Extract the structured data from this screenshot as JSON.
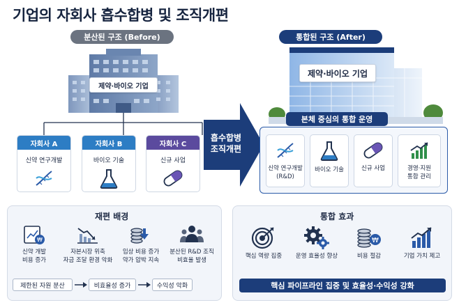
{
  "title": "기업의 자회사 흡수합병 및 조직개편",
  "before": {
    "label": "분산된 구조 (Before)",
    "company": "제약·바이오 기업",
    "subsidiaries": [
      {
        "name": "자회사 A",
        "desc": "신약 연구개발",
        "color": "#2d7dc4",
        "icon": "dna-icon"
      },
      {
        "name": "자회사 B",
        "desc": "바이오 기술",
        "color": "#2d7dc4",
        "icon": "flask-icon"
      },
      {
        "name": "자회사 C",
        "desc": "신규 사업",
        "color": "#5b4a9e",
        "icon": "capsule-icon"
      }
    ]
  },
  "merge": {
    "line1": "흡수합병",
    "line2": "조직개편"
  },
  "after": {
    "label": "통합된 구조 (After)",
    "company": "제약·바이오 기업",
    "operation": "본체 중심의 통합 운영",
    "functions": [
      {
        "line1": "신약 연구개발",
        "line2": "(R&D)",
        "icon": "dna-icon"
      },
      {
        "line1": "바이오 기술",
        "line2": "",
        "icon": "flask-icon"
      },
      {
        "line1": "신규 사업",
        "line2": "",
        "icon": "capsule-icon"
      },
      {
        "line1": "경영·지원",
        "line2": "통합 관리",
        "icon": "growth-chart-icon"
      }
    ]
  },
  "background": {
    "title": "재편 배경",
    "items": [
      {
        "line1": "신약 개발",
        "line2": "비용 증가",
        "icon": "cost-chart-icon"
      },
      {
        "line1": "자본시장 위축",
        "line2": "자금 조달 환경 악화",
        "icon": "decline-chart-icon"
      },
      {
        "line1": "임상 비용 증가",
        "line2": "약가 압박 지속",
        "icon": "coins-down-icon"
      },
      {
        "line1": "분산된 R&D 조직",
        "line2": "비효율 발생",
        "icon": "team-icon"
      }
    ],
    "flow": [
      "제한된 자원 분산",
      "비효율성 증가",
      "수익성 악화"
    ]
  },
  "effects": {
    "title": "통합 효과",
    "items": [
      {
        "label": "핵심 역량 집중",
        "icon": "target-icon"
      },
      {
        "label": "운영 효율성 향상",
        "icon": "gears-icon"
      },
      {
        "label": "비용 절감",
        "icon": "coins-saving-icon"
      },
      {
        "label": "기업 가치 제고",
        "icon": "value-up-icon"
      }
    ],
    "banner": "핵심 파이프라인 집중 및 효율성·수익성 강화"
  },
  "colors": {
    "navy": "#1c3d7a",
    "blue": "#2d7dc4",
    "purple": "#5b4a9e",
    "gray": "#6b7380"
  }
}
